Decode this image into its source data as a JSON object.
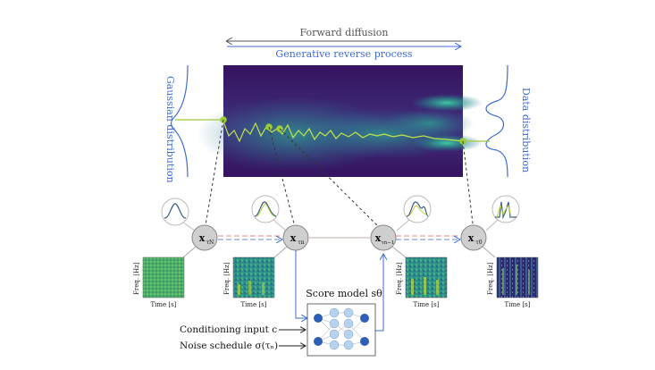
{
  "labels": {
    "forward": "Forward diffusion",
    "reverse": "Generative reverse process",
    "gaussian": "Gaussian distribution",
    "data": "Data distribution",
    "score_model": "Score model sθ",
    "conditioning": "Conditioning input c",
    "noise_schedule": "Noise schedule σ(τₙ)",
    "freq_axis": "Freq. [Hz]",
    "time_axis": "Time [s]"
  },
  "nodes": [
    {
      "id": "xN",
      "main": "x",
      "sub": "τN"
    },
    {
      "id": "xn",
      "main": "x",
      "sub": "τn"
    },
    {
      "id": "xn1",
      "main": "x",
      "sub": "τn−1"
    },
    {
      "id": "x0",
      "main": "x",
      "sub": "τ0"
    }
  ],
  "colors": {
    "reverse_blue": "#3f6bd1",
    "forward_gray": "#555555",
    "trajectory": "#c3e34a",
    "dot": "#9ccc38",
    "heatmap_dark": "#3b1f72",
    "heatmap_mid": "#2a8a8c",
    "node_fill": "#cfcfcf",
    "net_dark": "#2e5fb5",
    "net_light": "#b7d2ee"
  },
  "icons": {
    "node": "circle-node",
    "score_model": "neural-network-icon",
    "density": "bell-curve-icon",
    "spectrogram": "spectrogram-icon"
  }
}
